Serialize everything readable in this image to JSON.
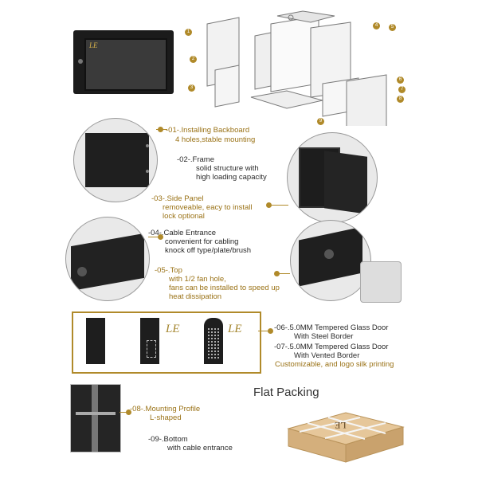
{
  "brand": {
    "logo": "LE",
    "accent": "#b08a2a"
  },
  "callouts": [
    {
      "number": "-01-.",
      "title": "Installing Backboard",
      "line2": "4 holes,stable mounting"
    },
    {
      "number": "-02-.",
      "title": "Frame",
      "line2": "solid structure with",
      "line3": "high loading capacity"
    },
    {
      "number": "-03-.",
      "title": "Side Panel",
      "line2": "removeable, eacy to install",
      "line3": "lock optional"
    },
    {
      "number": "-04-.",
      "title": "Cable Entrance",
      "line2": "convenient for cabling",
      "line3": "knock off type/plate/brush"
    },
    {
      "number": "-05-.",
      "title": "Top",
      "line2": "with 1/2 fan hole,",
      "line3": "fans can be installed to speed up",
      "line4": "heat dissipation"
    },
    {
      "number": "-06-.",
      "title": "5.0MM Tempered Glass Door",
      "line2": "With Steel Border"
    },
    {
      "number": "-07-.",
      "title": "5.0MM Tempered Glass Door",
      "line2": "With Vented Border",
      "line3": "Customizable, and logo silk printing"
    },
    {
      "number": "-08-.",
      "title": "Mounting Profile",
      "line2": "L-shaped"
    },
    {
      "number": "-09-.",
      "title": "Bottom",
      "line2": "with cable entrance"
    }
  ],
  "diagram_numbers": [
    "1",
    "2",
    "3",
    "4",
    "5",
    "6",
    "7",
    "8",
    "9"
  ],
  "flat_packing": {
    "title": "Flat Packing",
    "box_logo": "LE"
  }
}
